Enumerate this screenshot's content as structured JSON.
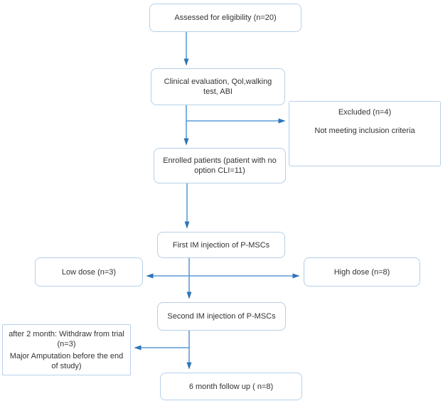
{
  "diagram_type": "clinical-trial-flowchart",
  "nodes": {
    "assessed": {
      "lines": [
        "Assessed for eligibility (n=20)"
      ]
    },
    "clinical": {
      "lines": [
        "Clinical evaluation, Qol,walking",
        "test, ABI"
      ]
    },
    "excluded": {
      "lines": [
        "Excluded (n=4)",
        "Not meeting inclusion criteria"
      ]
    },
    "enrolled": {
      "lines": [
        "Enrolled patients (patient with no",
        "option CLI=11)"
      ]
    },
    "first_injection": {
      "lines": [
        "First IM injection of P-MSCs"
      ]
    },
    "low_dose": {
      "lines": [
        "Low dose (n=3)"
      ]
    },
    "high_dose": {
      "lines": [
        "High dose (n=8)"
      ]
    },
    "second_injection": {
      "lines": [
        "Second IM injection of P-MSCs"
      ]
    },
    "withdraw": {
      "lines": [
        "after 2 month: Withdraw from trial",
        "(n=3)",
        "Major Amputation before the end",
        "of study)"
      ]
    },
    "followup": {
      "lines": [
        "6 month follow up ( n=8)"
      ]
    }
  },
  "edges": [
    {
      "from": "assessed",
      "to": "clinical"
    },
    {
      "from": "clinical",
      "to": "excluded"
    },
    {
      "from": "clinical",
      "to": "enrolled"
    },
    {
      "from": "enrolled",
      "to": "first_injection"
    },
    {
      "from": "first_injection",
      "to": "low_dose"
    },
    {
      "from": "first_injection",
      "to": "high_dose"
    },
    {
      "from": "first_injection",
      "to": "second_injection"
    },
    {
      "from": "second_injection",
      "to": "withdraw"
    },
    {
      "from": "second_injection",
      "to": "followup"
    }
  ],
  "colors": {
    "box_border": "#b6cfe8",
    "connector_line": "#5b9bd5",
    "arrowhead": "#2e75b6",
    "text": "#333333",
    "background": "#ffffff"
  }
}
